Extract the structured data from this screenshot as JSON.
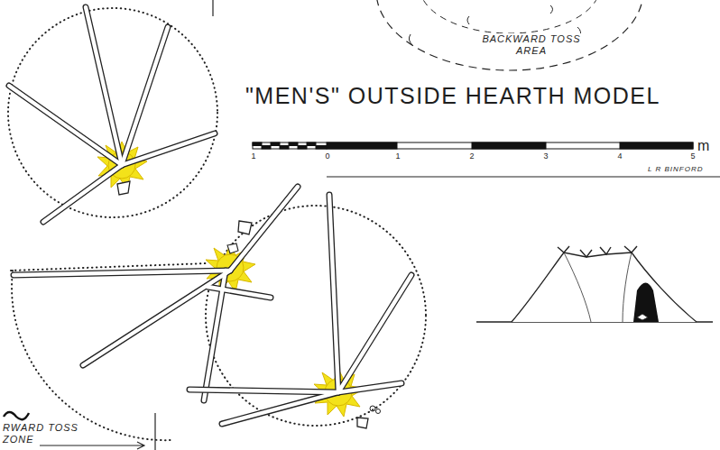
{
  "diagram": {
    "title": "\"MEN'S\" OUTSIDE HEARTH MODEL",
    "labels": [
      "BACKWARD TOSS AREA",
      "1",
      "0",
      "1",
      "2",
      "3",
      "4",
      "5",
      "m",
      "L R BINFORD",
      "RWARD TOSS ZONE"
    ]
  }
}
